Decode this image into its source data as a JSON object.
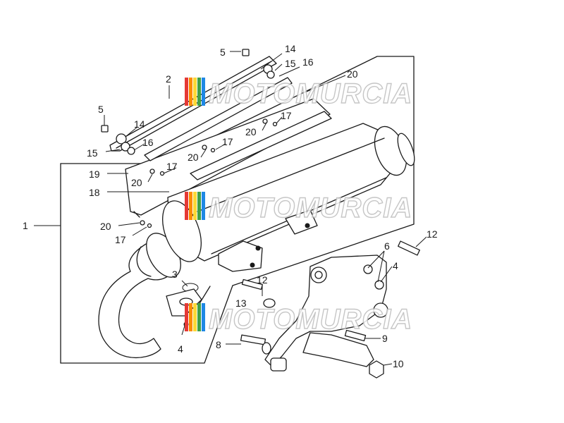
{
  "diagram": {
    "callouts": {
      "c1": "1",
      "c2": "2",
      "c3": "3",
      "c4a": "4",
      "c4b": "4",
      "c5a": "5",
      "c5b": "5",
      "c6": "6",
      "c8": "8",
      "c9": "9",
      "c10": "10",
      "c12a": "12",
      "c12b": "12",
      "c13": "13",
      "c14a": "14",
      "c14b": "14",
      "c15a": "15",
      "c15b": "15",
      "c16a": "16",
      "c16b": "16",
      "c17a": "17",
      "c17b": "17",
      "c17c": "17",
      "c17d": "17",
      "c18": "18",
      "c19": "19",
      "c20a": "20",
      "c20b": "20",
      "c20c": "20",
      "c20d": "20",
      "c20e": "20"
    },
    "watermark": {
      "text": "MOTOMURCIA",
      "stripe_colors": [
        "#e53935",
        "#fb8c00",
        "#fdd835",
        "#43a047",
        "#1e88e5"
      ]
    }
  }
}
